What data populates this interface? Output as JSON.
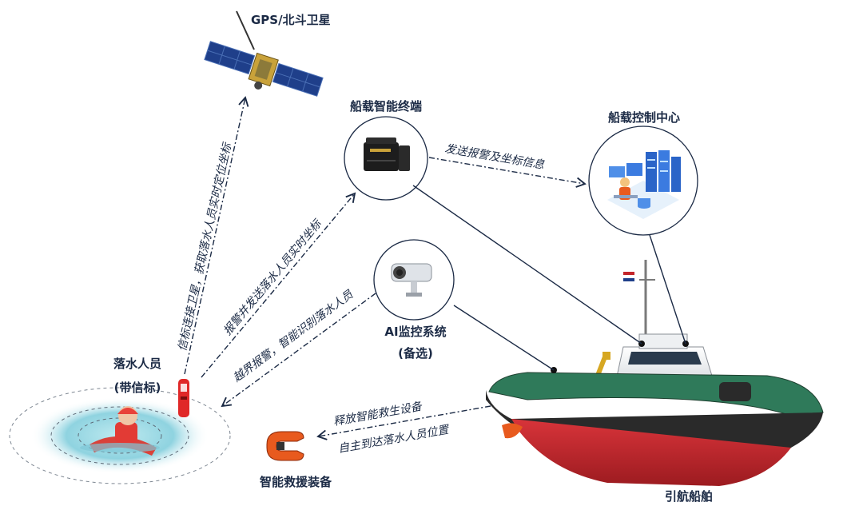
{
  "nodes": {
    "satellite": {
      "label": "GPS/北斗卫星"
    },
    "terminal": {
      "label": "船载智能终端"
    },
    "control_center": {
      "label": "船载控制中心"
    },
    "ai_monitor": {
      "label": "AI监控系统",
      "sublabel": "(备选)"
    },
    "person": {
      "label": "落水人员",
      "sublabel": "(带信标)"
    },
    "rescue_device": {
      "label": "智能救援装备"
    },
    "ship": {
      "label": "引航船舶"
    }
  },
  "edges": {
    "beacon_to_satellite": "信标连接卫星，获取落水人员实时定位坐标",
    "beacon_to_terminal": "报警并发送落水人员实时坐标",
    "ai_to_person": "越界报警，智能识别落水人员",
    "terminal_to_center": "发送报警及坐标信息",
    "ship_to_device_1": "释放智能救生设备",
    "ship_to_device_2": "自主到达落水人员位置"
  },
  "colors": {
    "text": "#1b2a45",
    "hull_red": "#c4262b",
    "hull_black": "#2a2a2a",
    "deck_green": "#2f7a5a",
    "water": "#8fd3e0",
    "panel_blue": "#1f3f8a",
    "beacon_red": "#e02828",
    "ring_orange": "#e85a1e"
  }
}
